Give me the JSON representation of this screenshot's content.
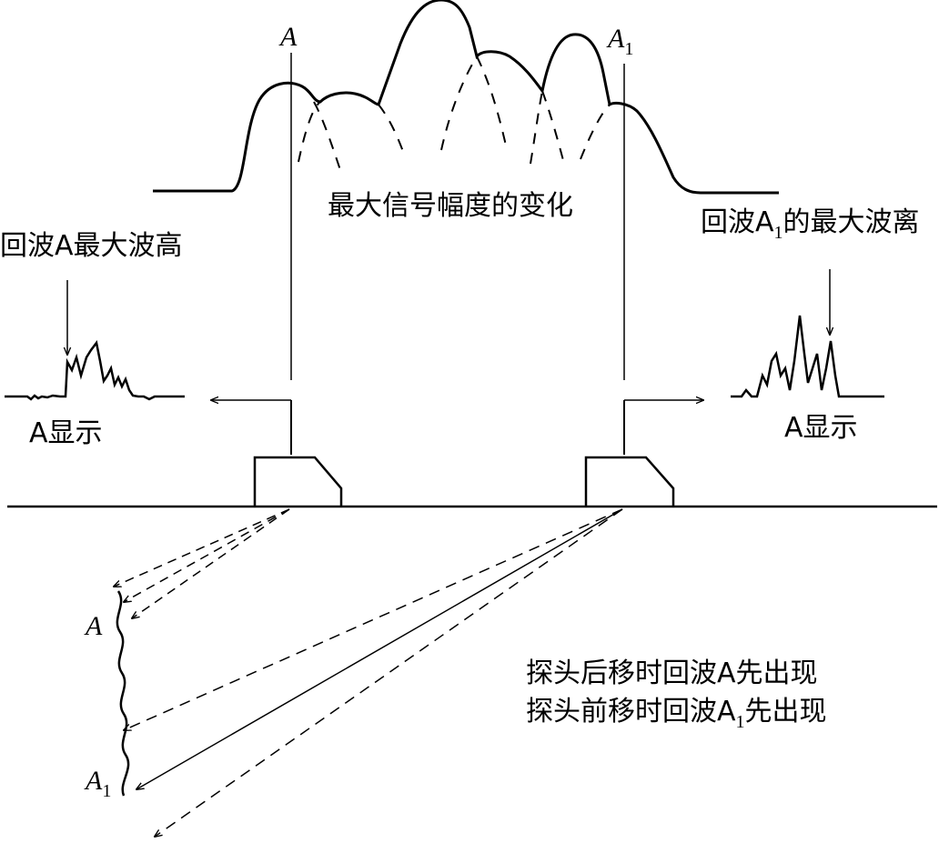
{
  "labels": {
    "A_top": "A",
    "A1_top_base": "A",
    "A1_top_sub": "1",
    "max_amp_change": "最大信号幅度的变化",
    "echo_A_max_height": "回波A最大波高",
    "echo_A1_max_pre": "回波A",
    "echo_A1_max_sub": "1",
    "echo_A1_max_post": "的最大波离",
    "a_display_left": "A显示",
    "a_display_right": "A显示",
    "reflector_A": "A",
    "reflector_A1_base": "A",
    "reflector_A1_sub": "1",
    "note_line1": "探头后移时回波A先出现",
    "note_line2_pre": "探头前移时回波A",
    "note_line2_sub": "1",
    "note_line2_post": "先出现"
  }
}
